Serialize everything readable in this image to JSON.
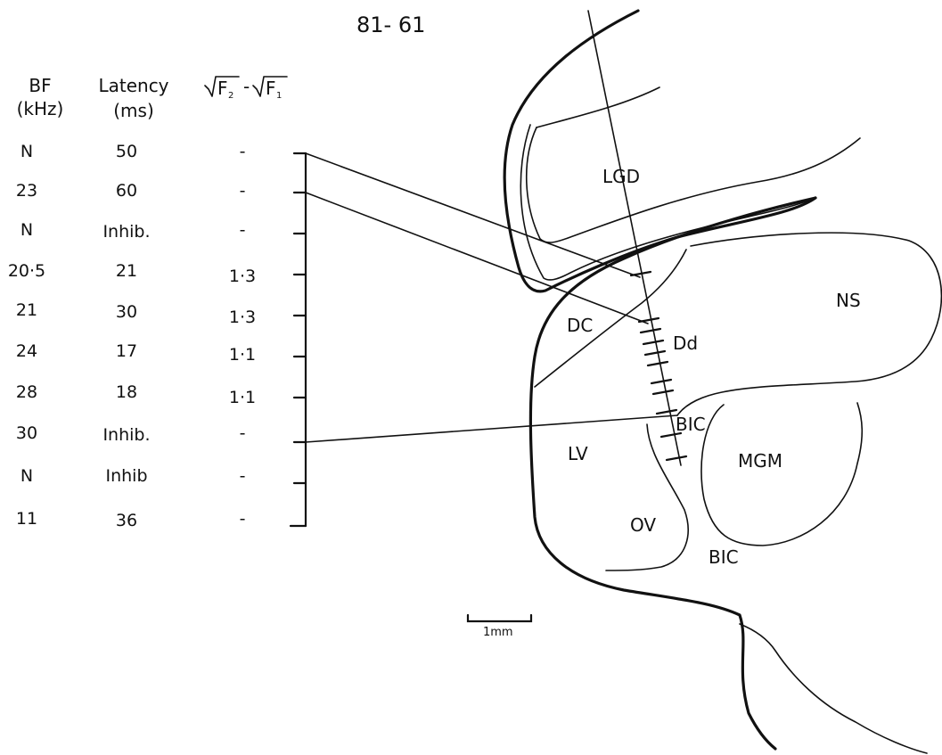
{
  "title": "81- 61",
  "headers": {
    "bf_line1": "BF",
    "bf_line2": "(kHz)",
    "latency_line1": "Latency",
    "latency_line2": "(ms)",
    "sqrt_f2": "F",
    "sqrt_f2_sub": "2",
    "sqrt_minus": "-",
    "sqrt_f1": "F",
    "sqrt_f1_sub": "1"
  },
  "rows": [
    {
      "bf": "N",
      "latency": "50",
      "sqrt": "-"
    },
    {
      "bf": "23",
      "latency": "60",
      "sqrt": "-"
    },
    {
      "bf": "N",
      "latency": "Inhib.",
      "sqrt": "-"
    },
    {
      "bf": "20·5",
      "latency": "21",
      "sqrt": "1·3"
    },
    {
      "bf": "21",
      "latency": "30",
      "sqrt": "1·3"
    },
    {
      "bf": "24",
      "latency": "17",
      "sqrt": "1·1"
    },
    {
      "bf": "28",
      "latency": "18",
      "sqrt": "1·1"
    },
    {
      "bf": "30",
      "latency": "Inhib.",
      "sqrt": "-"
    },
    {
      "bf": "N",
      "latency": "Inhib",
      "sqrt": "-"
    },
    {
      "bf": "11",
      "latency": "36",
      "sqrt": "-"
    }
  ],
  "regions": {
    "lgd": "LGD",
    "dc": "DC",
    "dd": "Dd",
    "ns": "NS",
    "bic_upper": "BIC",
    "lv": "LV",
    "mgm": "MGM",
    "ov": "OV",
    "bic_lower": "BIC"
  },
  "scale_bar": "1mm"
}
